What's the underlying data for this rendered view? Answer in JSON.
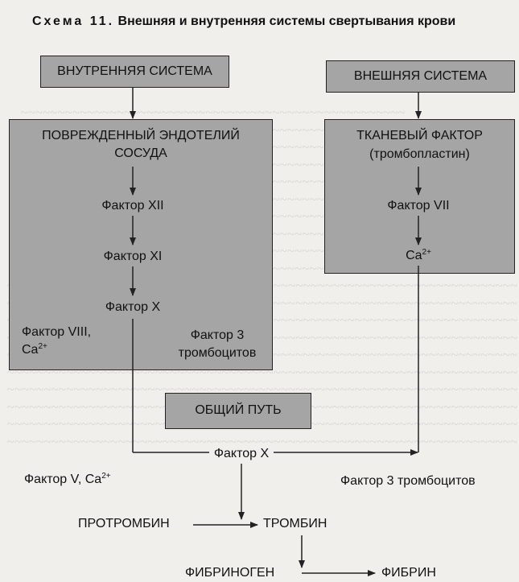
{
  "title": {
    "label": "Схема 11.",
    "text": "Внешняя и внутренняя системы свертывания крови"
  },
  "intrinsic": {
    "header": "ВНУТРЕННЯЯ СИСТЕМА",
    "endothelium_line1": "ПОВРЕЖДЕННЫЙ ЭНДОТЕЛИЙ",
    "endothelium_line2": "СОСУДА",
    "factor_xii": "Фактор XII",
    "factor_xi": "Фактор XI",
    "factor_x": "Фактор X",
    "factor_viii_line1": "Фактор VIII,",
    "ca_base": "Ca",
    "ca_sup": "2+",
    "platelet3_line1": "Фактор 3",
    "platelet3_line2": "тромбоцитов"
  },
  "extrinsic": {
    "header": "ВНЕШНЯЯ СИСТЕМА",
    "tissue_factor": "ТКАНЕВЫЙ ФАКТОР",
    "thromboplastin": "(тромбопластин)",
    "factor_vii": "Фактор VII",
    "ca_base": "Ca",
    "ca_sup": "2+"
  },
  "common": {
    "header": "ОБЩИЙ ПУТЬ",
    "factor_x": "Фактор X",
    "factor_v": "Фактор V, Ca",
    "factor_v_sup": "2+",
    "platelet3": "Фактор 3 тромбоцитов",
    "prothrombin": "ПРОТРОМБИН",
    "thrombin": "ТРОМБИН",
    "fibrinogen": "ФИБРИНОГЕН",
    "fibrin": "ФИБРИН"
  }
}
